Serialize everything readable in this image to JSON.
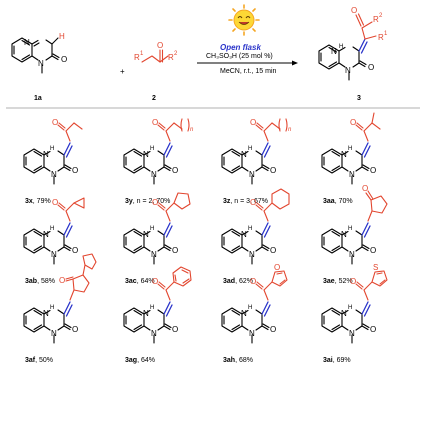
{
  "header": {
    "reactant_a": "1a",
    "plus": "+",
    "reactant_b": "2",
    "condition_top": "Open flask",
    "reagent": "CH₃SO₃H (25 mol %)",
    "solvent": "MeCN, r.t., 15 min",
    "product": "3"
  },
  "colors": {
    "substituent": "#e2462f",
    "alkene": "#2a34c9",
    "highlight_text": "#2a34c9",
    "sun": "#fdd835"
  },
  "icon": "sun-icon",
  "products": [
    {
      "id": "3x",
      "sub": "ethyl",
      "label_id": "3x",
      "label_rest": ", 79%"
    },
    {
      "id": "3y",
      "sub": "chain-n",
      "n_text": "n",
      "label_id": "3y",
      "label_rest": ", n = 2, 70%"
    },
    {
      "id": "3z",
      "sub": "chain-n",
      "n_text": "n",
      "label_id": "3z",
      "label_rest": ", n = 3, 67%"
    },
    {
      "id": "3aa",
      "sub": "isopropyl",
      "label_id": "3aa",
      "label_rest": ", 70%"
    },
    {
      "id": "3ab",
      "sub": "cyclopropyl",
      "label_id": "3ab",
      "label_rest": ", 58%"
    },
    {
      "id": "3ac",
      "sub": "cyclopentyl",
      "label_id": "3ac",
      "label_rest": ", 64%"
    },
    {
      "id": "3ad",
      "sub": "cyclohexyl",
      "label_id": "3ad",
      "label_rest": ", 62%"
    },
    {
      "id": "3ae",
      "sub": "cyclopentanone",
      "label_id": "3ae",
      "label_rest": ", 52%"
    },
    {
      "id": "3af",
      "sub": "cyclopentylidene-ketone",
      "label_id": "3af",
      "label_rest": ", 50%"
    },
    {
      "id": "3ag",
      "sub": "phenyl",
      "label_id": "3ag",
      "label_rest": ", 64%"
    },
    {
      "id": "3ah",
      "sub": "furyl",
      "label_id": "3ah",
      "label_rest": ", 68%"
    },
    {
      "id": "3ai",
      "sub": "thienyl",
      "label_id": "3ai",
      "label_rest": ", 69%"
    }
  ],
  "atoms": {
    "N": "N",
    "NH": "H",
    "O": "O",
    "S": "S",
    "R": "R"
  }
}
